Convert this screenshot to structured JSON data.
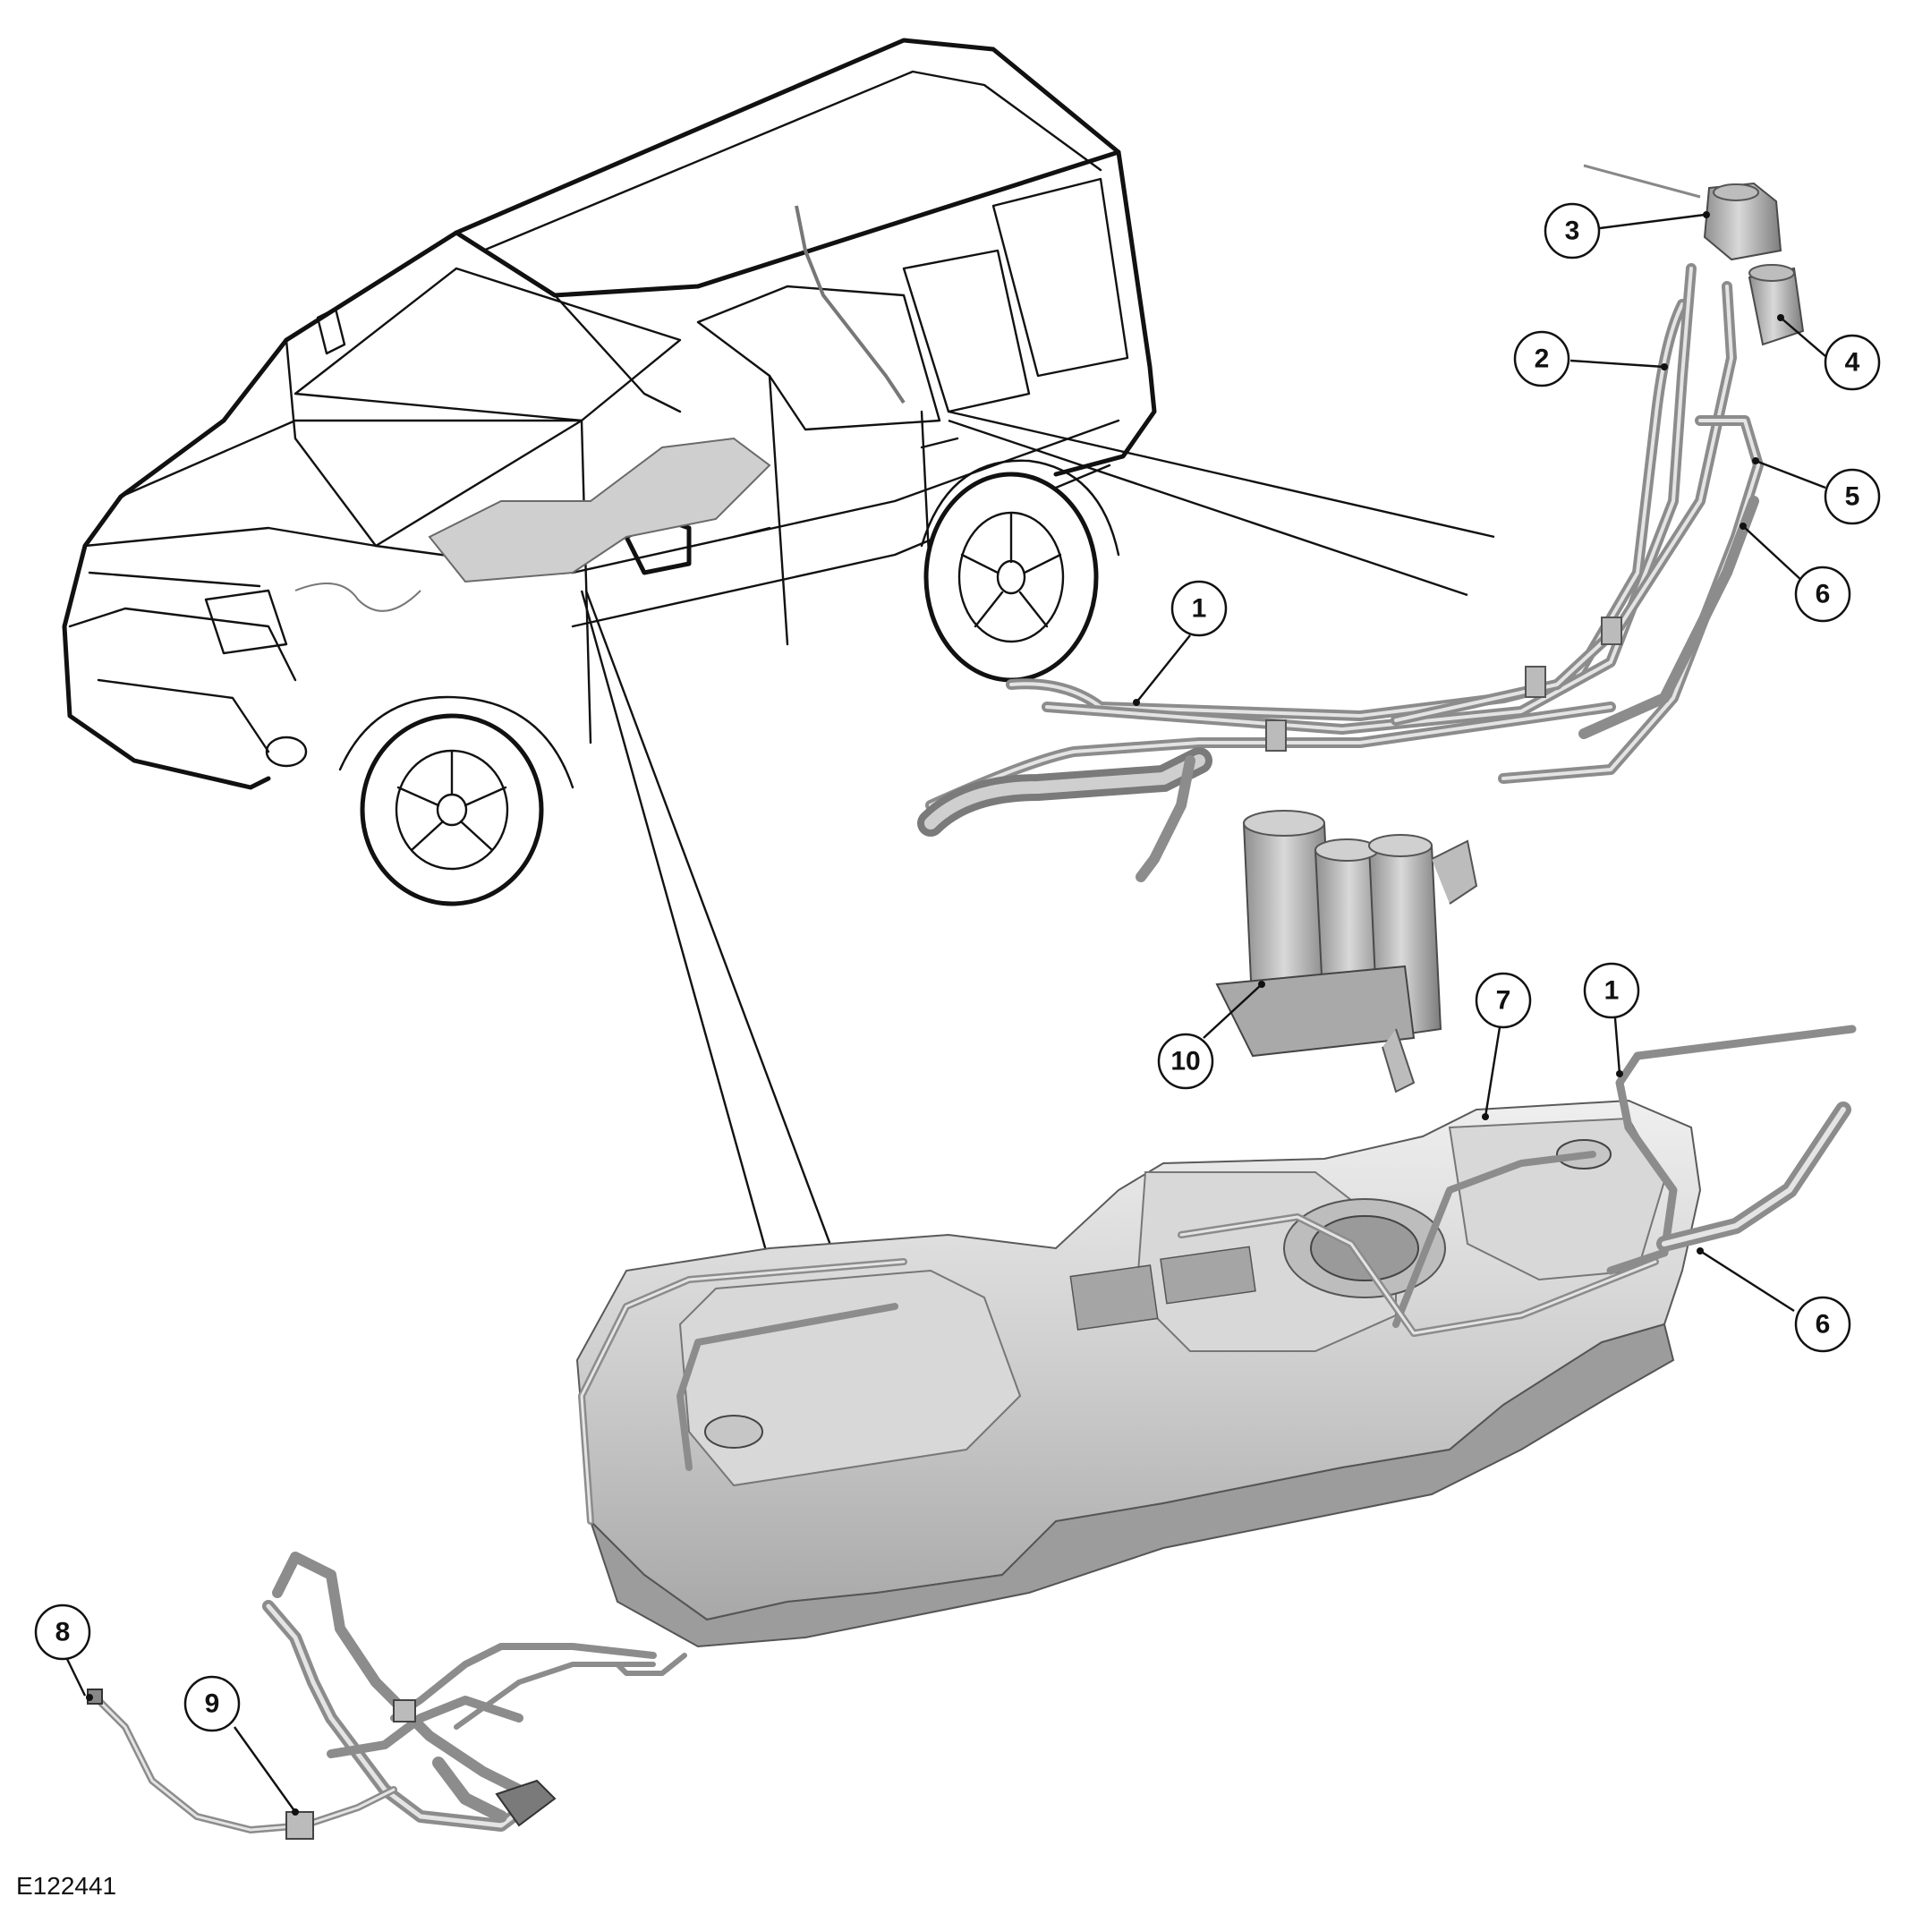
{
  "diagram": {
    "reference_code": "E122441",
    "callouts": [
      {
        "id": "callout-1-upper",
        "label": "1"
      },
      {
        "id": "callout-2",
        "label": "2"
      },
      {
        "id": "callout-3",
        "label": "3"
      },
      {
        "id": "callout-4",
        "label": "4"
      },
      {
        "id": "callout-5",
        "label": "5"
      },
      {
        "id": "callout-6-upper",
        "label": "6"
      },
      {
        "id": "callout-7",
        "label": "7"
      },
      {
        "id": "callout-1-lower",
        "label": "1"
      },
      {
        "id": "callout-10",
        "label": "10"
      },
      {
        "id": "callout-6-lower",
        "label": "6"
      },
      {
        "id": "callout-8",
        "label": "8"
      },
      {
        "id": "callout-9",
        "label": "9"
      }
    ],
    "colors": {
      "line": "#111111",
      "metal_light": "#e6e6e6",
      "metal_dark": "#9a9a9a",
      "background": "#ffffff"
    }
  }
}
